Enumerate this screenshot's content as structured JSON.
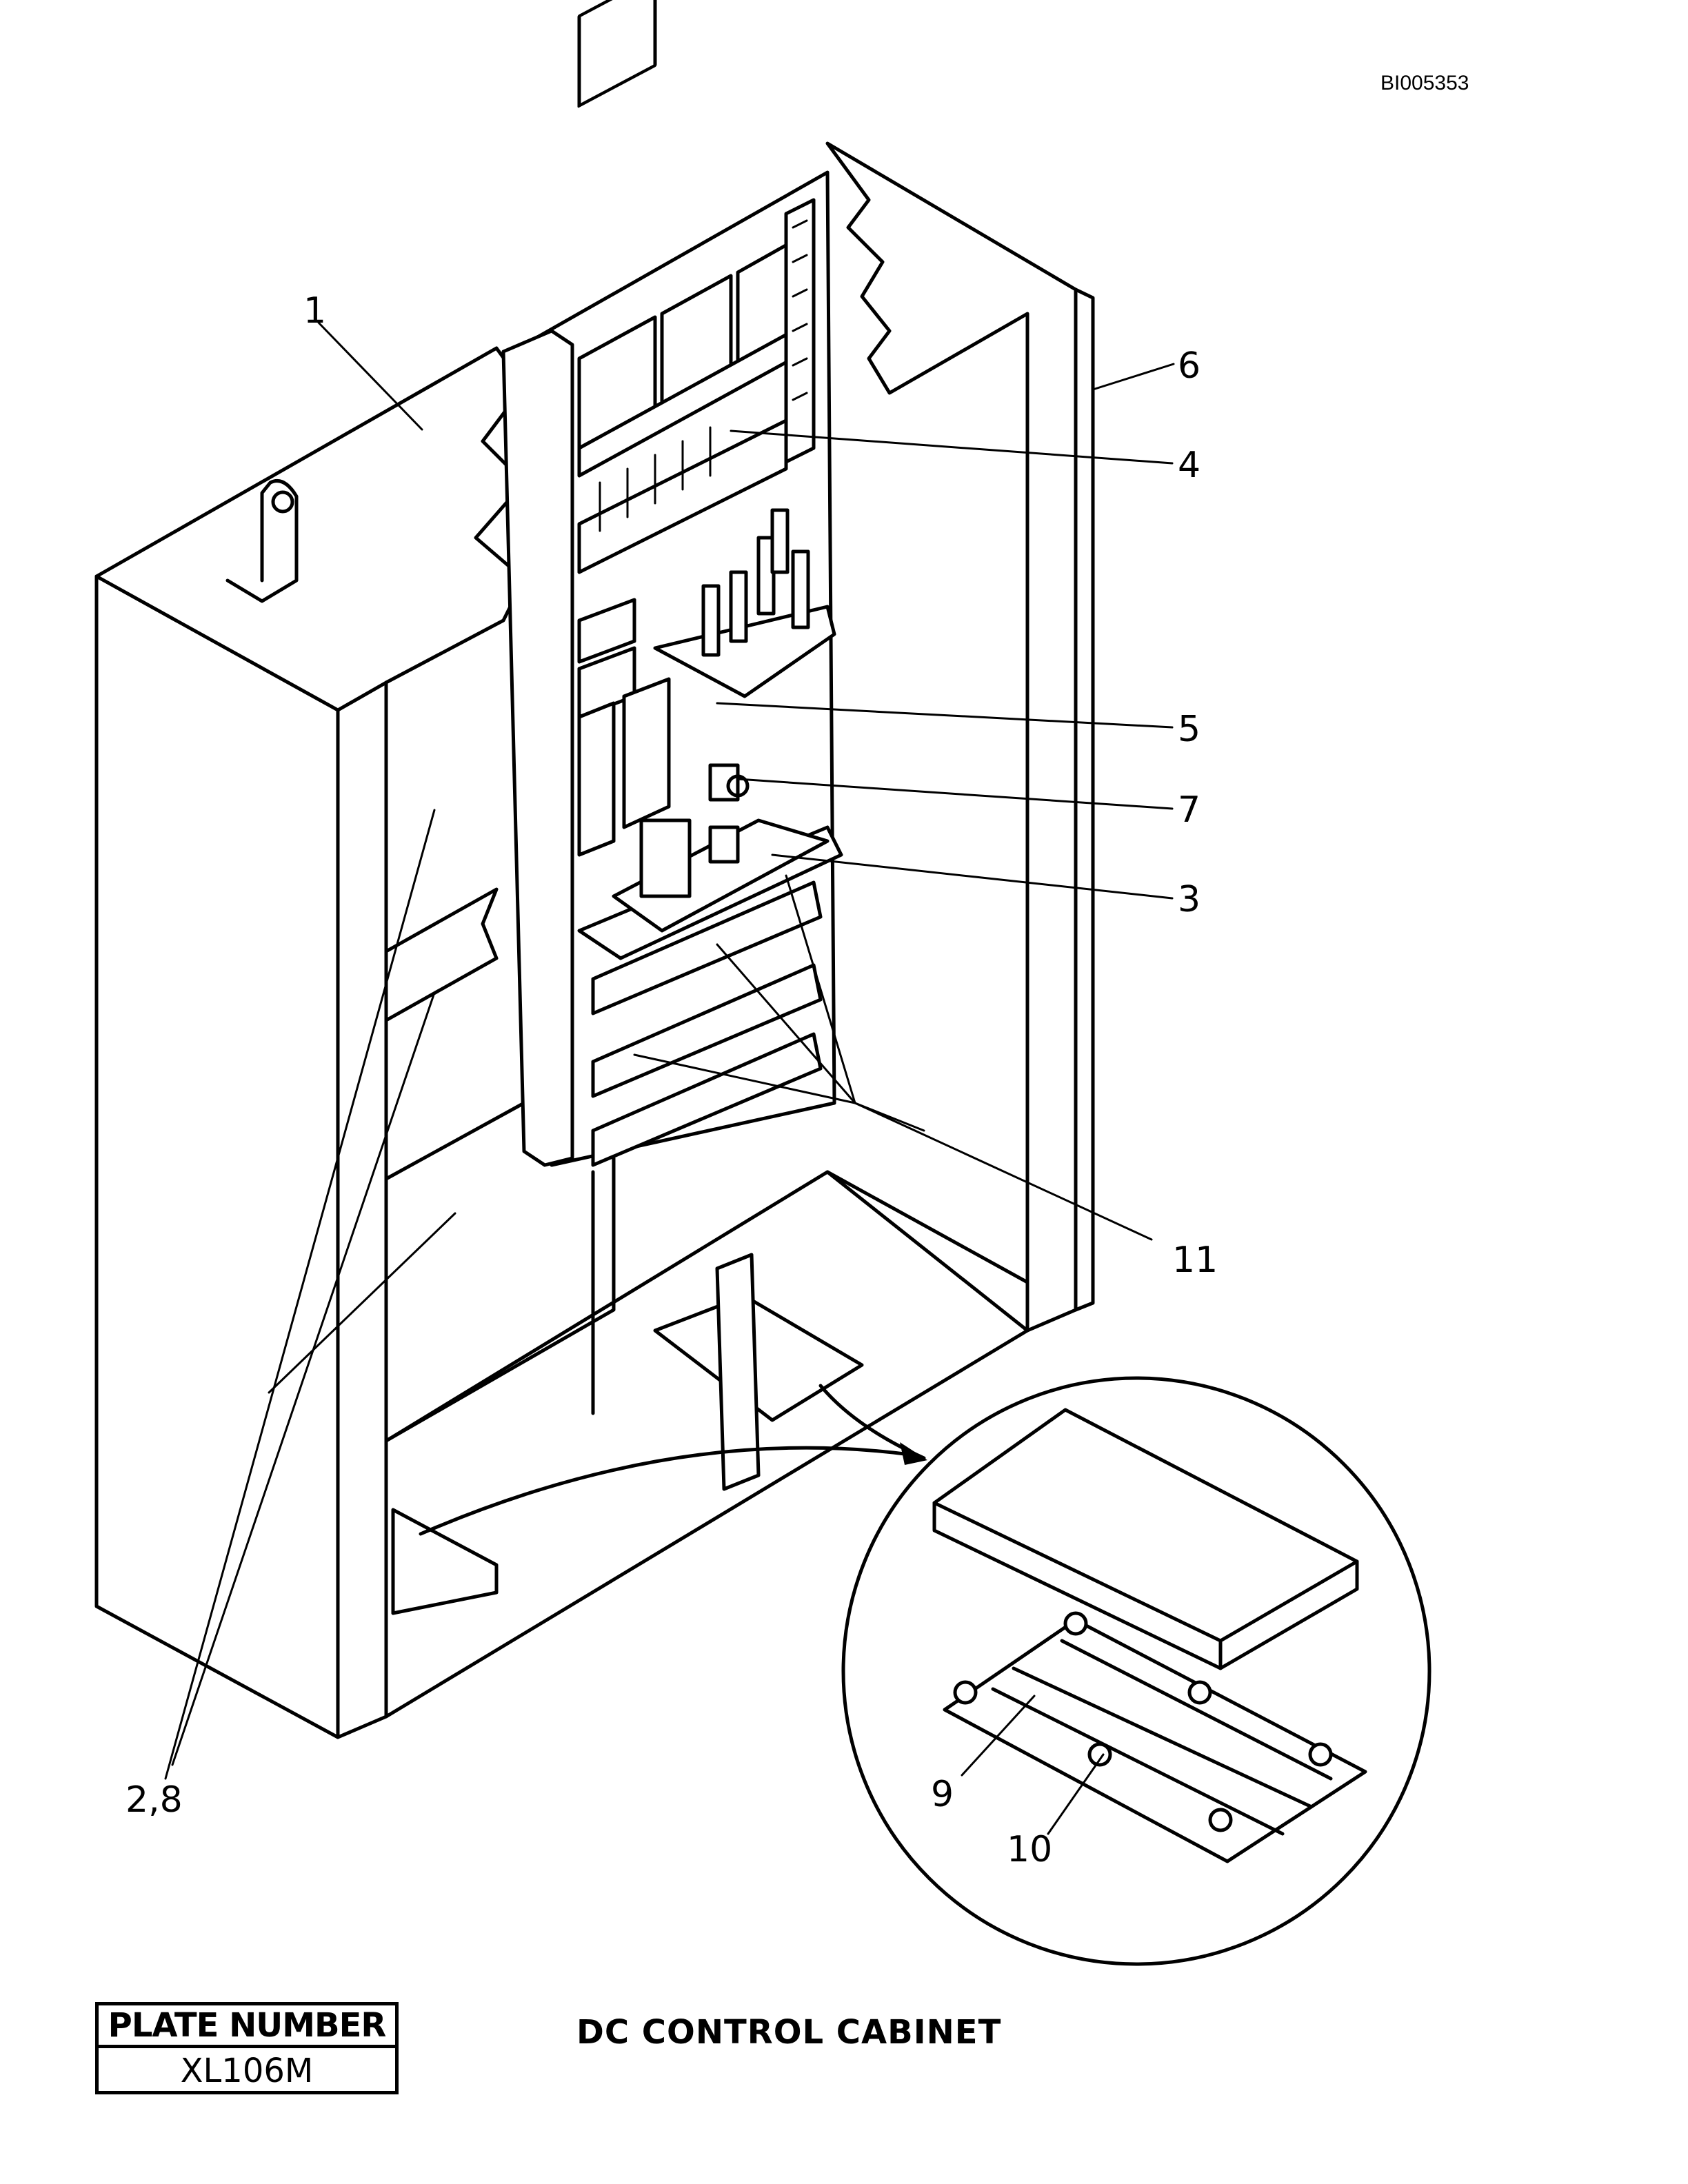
{
  "document_id": "BI005353",
  "title": "DC CONTROL CABINET",
  "plate": {
    "label": "PLATE NUMBER",
    "number": "XL106M"
  },
  "callouts": [
    {
      "id": "callout-1",
      "label": "1"
    },
    {
      "id": "callout-2-8",
      "label": "2,8"
    },
    {
      "id": "callout-3",
      "label": "3"
    },
    {
      "id": "callout-4",
      "label": "4"
    },
    {
      "id": "callout-5",
      "label": "5"
    },
    {
      "id": "callout-6",
      "label": "6"
    },
    {
      "id": "callout-7",
      "label": "7"
    },
    {
      "id": "callout-9",
      "label": "9"
    },
    {
      "id": "callout-10",
      "label": "10"
    },
    {
      "id": "callout-11",
      "label": "11"
    }
  ]
}
